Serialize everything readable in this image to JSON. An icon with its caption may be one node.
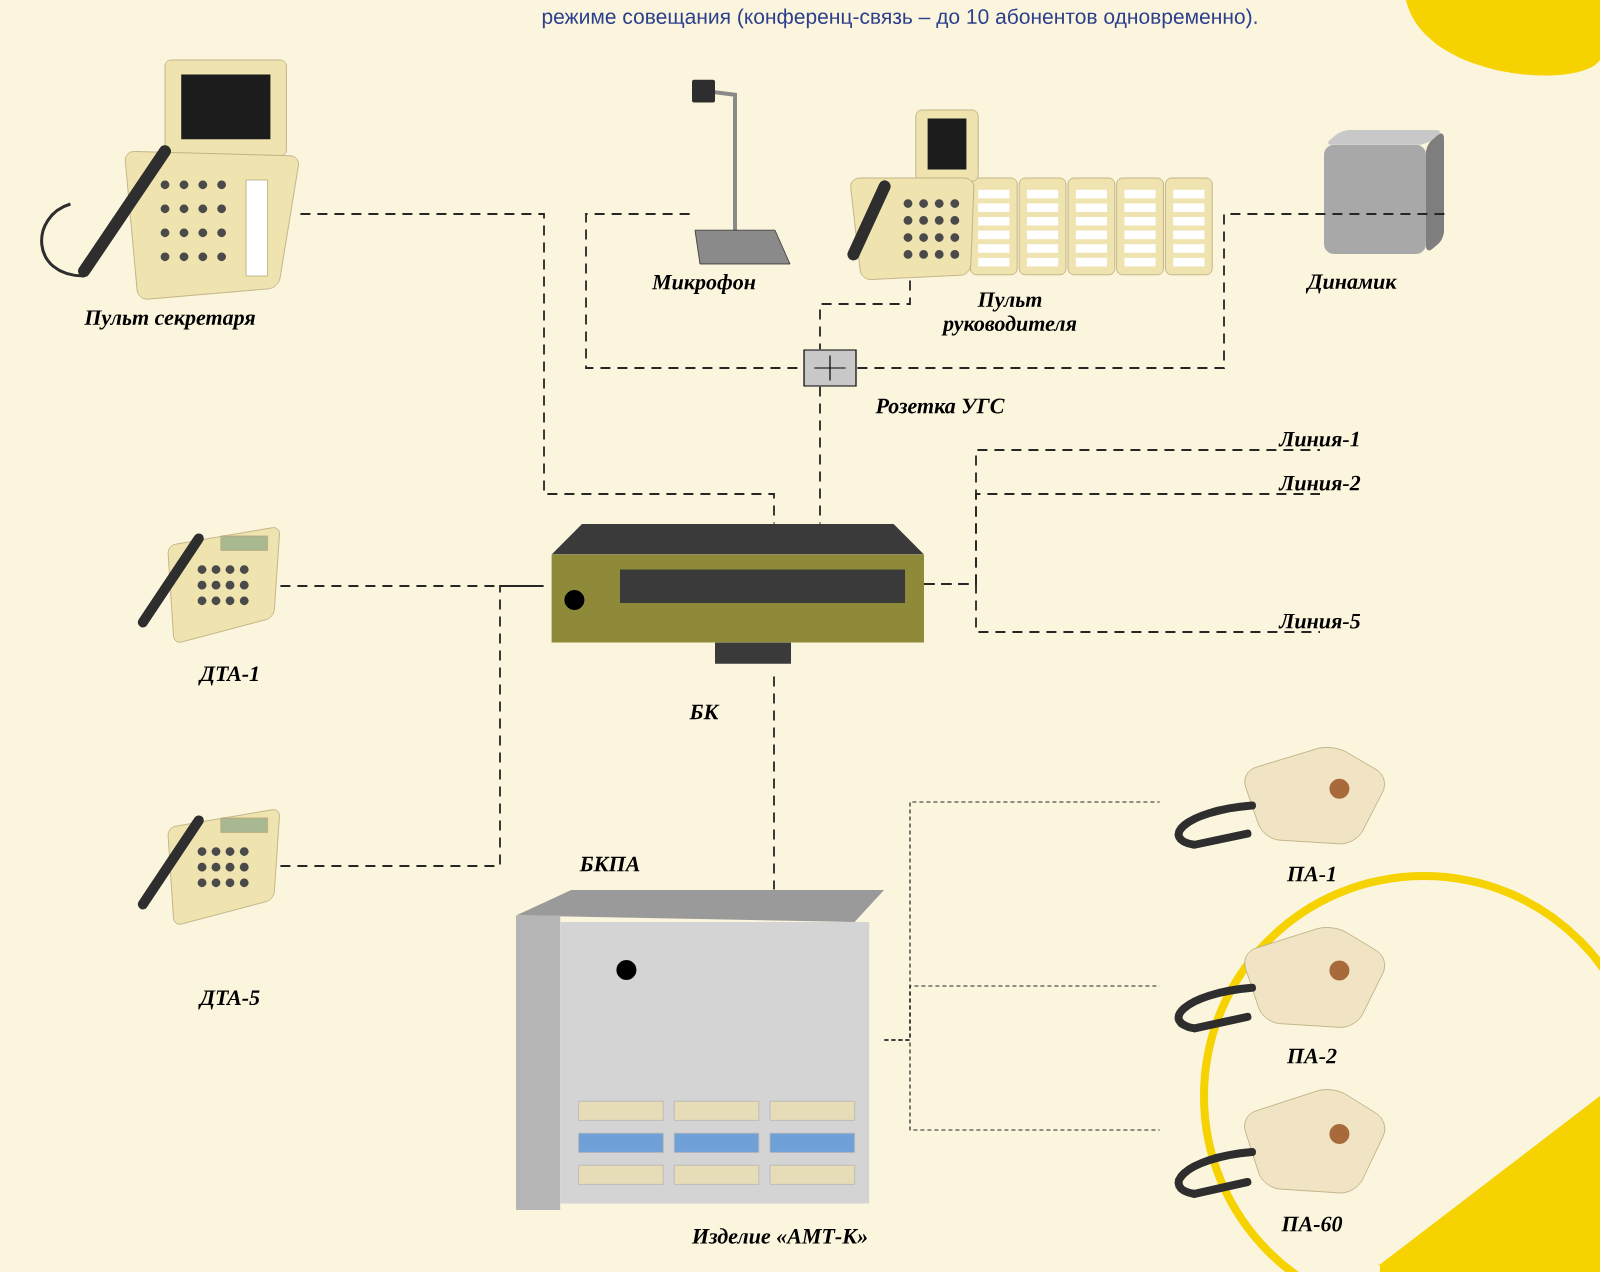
{
  "diagram": {
    "nodes": [
      {
        "text": [
          "Пульт секретаря"
        ]
      },
      {
        "text": [
          "Микрофон"
        ]
      },
      {
        "text": [
          "Пульт руководителя"
        ]
      },
      {
        "text": [
          "Динамик"
        ]
      },
      {
        "text": [
          "Розетка УГС"
        ]
      },
      {
        "text": [
          "ДТА-1"
        ]
      },
      {
        "text": [
          "БК"
        ]
      },
      {
        "text": [
          "Линия-1"
        ]
      },
      {
        "text": [
          "Линия-2"
        ]
      },
      {
        "text": [
          "Линия-5"
        ]
      },
      {
        "text": [
          "ДТА-5"
        ]
      },
      {
        "text": [
          "БКПА",
          "Изделие «АМТ-К»"
        ]
      },
      {
        "text": [
          "ПА-1"
        ]
      },
      {
        "text": [
          "ПА-2"
        ]
      },
      {
        "text": [
          "ПА-60"
        ]
      }
    ],
    "edges": [
      {
        "from": 0,
        "to": 6,
        "arrow": "none",
        "style": "dashed"
      },
      {
        "from": 1,
        "to": 4,
        "arrow": "none",
        "style": "dashed"
      },
      {
        "from": 2,
        "to": 4,
        "arrow": "none",
        "style": "dashed"
      },
      {
        "from": 3,
        "to": 4,
        "arrow": "none",
        "style": "dashed"
      },
      {
        "from": 4,
        "to": 6,
        "arrow": "none",
        "style": "dashed"
      },
      {
        "from": 5,
        "to": 6,
        "arrow": "none",
        "style": "dashed"
      },
      {
        "from": 10,
        "to": 6,
        "arrow": "none",
        "style": "dashed"
      },
      {
        "from": 6,
        "to": 7,
        "arrow": "none",
        "style": "dashed"
      },
      {
        "from": 6,
        "to": 8,
        "arrow": "none",
        "style": "dashed"
      },
      {
        "from": 6,
        "to": 9,
        "arrow": "none",
        "style": "dashed"
      },
      {
        "from": 6,
        "to": 11,
        "arrow": "none",
        "style": "dashed"
      },
      {
        "from": 11,
        "to": 12,
        "arrow": "none",
        "style": "dashed"
      },
      {
        "from": 11,
        "to": 13,
        "arrow": "none",
        "style": "dashed"
      },
      {
        "from": 11,
        "to": 14,
        "arrow": "none",
        "style": "dashed"
      }
    ],
    "labels": [
      "режиме совещания (конференц-связь – до 10 абонентов одновременно)."
    ]
  }
}
